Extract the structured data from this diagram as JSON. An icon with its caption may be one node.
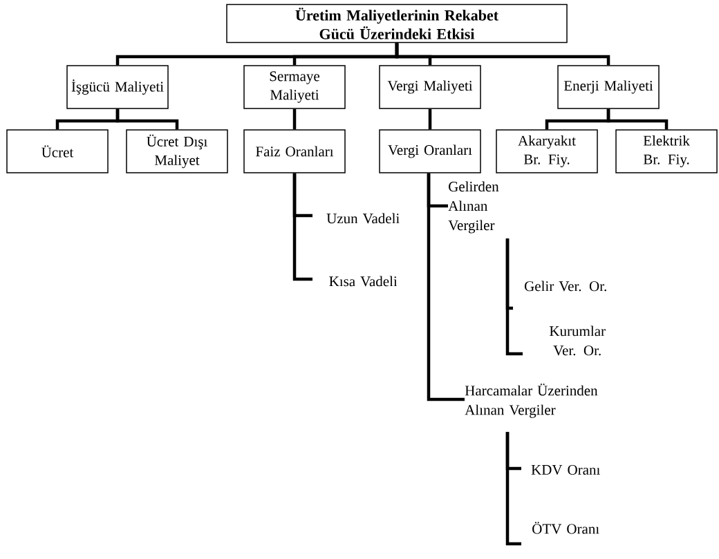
{
  "diagram": {
    "nodes": [
      {
        "text": [
          "Üretim Maliyetlerinin Rekabet Gücü Üzerindeki Etkisi"
        ]
      },
      {
        "text": [
          "İşgücü Maliyeti"
        ]
      },
      {
        "text": [
          "Sermaye Maliyeti"
        ]
      },
      {
        "text": [
          "Vergi Maliyeti"
        ]
      },
      {
        "text": [
          "Enerji Maliyeti"
        ]
      },
      {
        "text": [
          "Ücret"
        ]
      },
      {
        "text": [
          "Ücret Dışı Maliyet"
        ]
      },
      {
        "text": [
          "Faiz Oranları"
        ]
      },
      {
        "text": [
          "Vergi Oranları"
        ]
      },
      {
        "text": [
          "Akaryakıt Br. Fiy."
        ]
      },
      {
        "text": [
          "Elektrik Br. Fiy."
        ]
      },
      {
        "text": [
          "Uzun Vadeli"
        ]
      },
      {
        "text": [
          "Kısa Vadeli"
        ]
      },
      {
        "text": [
          "Gelirden Alınan Vergiler"
        ]
      },
      {
        "text": [
          "Gelir Ver. Or."
        ]
      },
      {
        "text": [
          "Kurumlar Ver. Or."
        ]
      },
      {
        "text": [
          "Harcamalar Üzerinden Alınan Vergiler"
        ]
      },
      {
        "text": [
          "KDV Oranı"
        ]
      },
      {
        "text": [
          "ÖTV Oranı"
        ]
      }
    ],
    "edges": [
      {
        "from": 0,
        "to": 1,
        "arrow": "none"
      },
      {
        "from": 0,
        "to": 2,
        "arrow": "none"
      },
      {
        "from": 0,
        "to": 3,
        "arrow": "none"
      },
      {
        "from": 0,
        "to": 4,
        "arrow": "none"
      },
      {
        "from": 1,
        "to": 5,
        "arrow": "none"
      },
      {
        "from": 1,
        "to": 6,
        "arrow": "none"
      },
      {
        "from": 2,
        "to": 7,
        "arrow": "none"
      },
      {
        "from": 3,
        "to": 8,
        "arrow": "none"
      },
      {
        "from": 4,
        "to": 9,
        "arrow": "none"
      },
      {
        "from": 4,
        "to": 10,
        "arrow": "none"
      },
      {
        "from": 7,
        "to": 11,
        "arrow": "none"
      },
      {
        "from": 7,
        "to": 12,
        "arrow": "none"
      },
      {
        "from": 8,
        "to": 13,
        "arrow": "none"
      },
      {
        "from": 8,
        "to": 16,
        "arrow": "none"
      },
      {
        "from": 13,
        "to": 14,
        "arrow": "none"
      },
      {
        "from": 13,
        "to": 15,
        "arrow": "none"
      },
      {
        "from": 16,
        "to": 17,
        "arrow": "none"
      },
      {
        "from": 16,
        "to": 18,
        "arrow": "none"
      }
    ]
  }
}
